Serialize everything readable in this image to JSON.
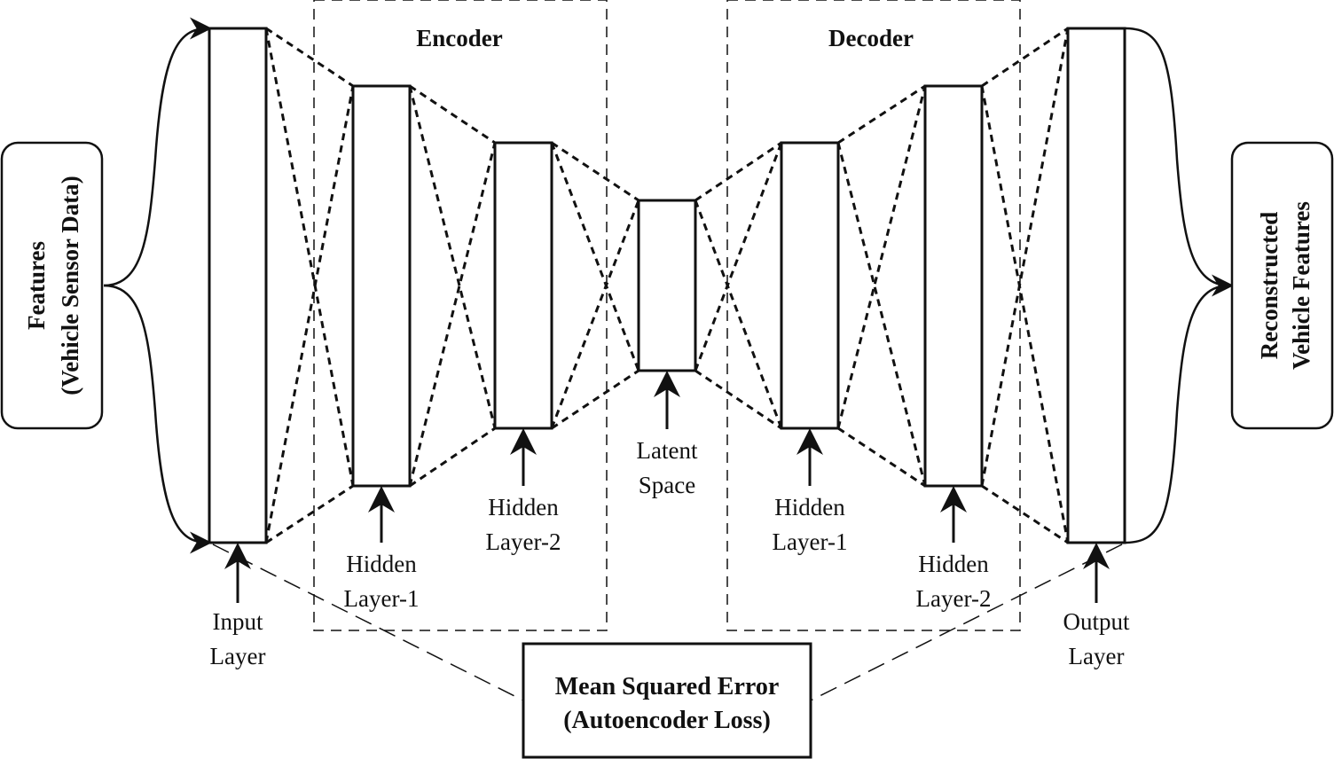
{
  "regions": {
    "encoder_title": "Encoder",
    "decoder_title": "Decoder"
  },
  "input_box": {
    "line1": "Features",
    "line2": "(Vehicle Sensor Data)"
  },
  "output_box": {
    "line1": "Reconstructed",
    "line2": "Vehicle Features"
  },
  "layers": {
    "input": {
      "line1": "Input",
      "line2": "Layer"
    },
    "encoder_hidden_1": {
      "line1": "Hidden",
      "line2": "Layer-1"
    },
    "encoder_hidden_2": {
      "line1": "Hidden",
      "line2": "Layer-2"
    },
    "latent": {
      "line1": "Latent",
      "line2": "Space"
    },
    "decoder_hidden_1": {
      "line1": "Hidden",
      "line2": "Layer-1"
    },
    "decoder_hidden_2": {
      "line1": "Hidden",
      "line2": "Layer-2"
    },
    "output": {
      "line1": "Output",
      "line2": "Layer"
    }
  },
  "loss": {
    "line1": "Mean Squared Error",
    "line2": "(Autoencoder Loss)"
  }
}
